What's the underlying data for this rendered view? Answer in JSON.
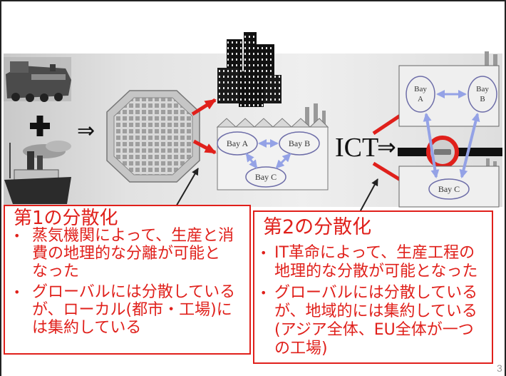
{
  "slide": {
    "page_number": "3"
  },
  "bullet_symbol": "•",
  "colors": {
    "accent_red": "#e0201b",
    "flow_blue": "#94a2e6",
    "text_dark": "#111111"
  },
  "diagram": {
    "left_arrow": "⇒",
    "ict_label": "ICT",
    "ict_arrow": "⇒",
    "factory_1": {
      "bay_a": "Bay A",
      "bay_b": "Bay B",
      "bay_c": "Bay C"
    },
    "factory_2": {
      "bay_a": [
        "Bay",
        "A"
      ],
      "bay_b": [
        "Bay",
        "B"
      ],
      "bay_c": "Bay C"
    }
  },
  "boxes": [
    {
      "title": "第1の分散化",
      "bullets": [
        {
          "lines": [
            "蒸気機関によって、生産と消",
            "費の地理的な分離が可能と",
            "なった"
          ]
        },
        {
          "lines": [
            "グローバルには分散している",
            "が、ローカル(都市・工場)に",
            "は集約している"
          ]
        }
      ]
    },
    {
      "title": "第2の分散化",
      "bullets": [
        {
          "lines": [
            "IT革命によって、生産工程の",
            "地理的な分散が可能となった"
          ]
        },
        {
          "lines": [
            "グローバルには分散している",
            "が、地域的には集約している",
            "(アジア全体、EU全体が一つ",
            "の工場)"
          ]
        }
      ]
    }
  ]
}
